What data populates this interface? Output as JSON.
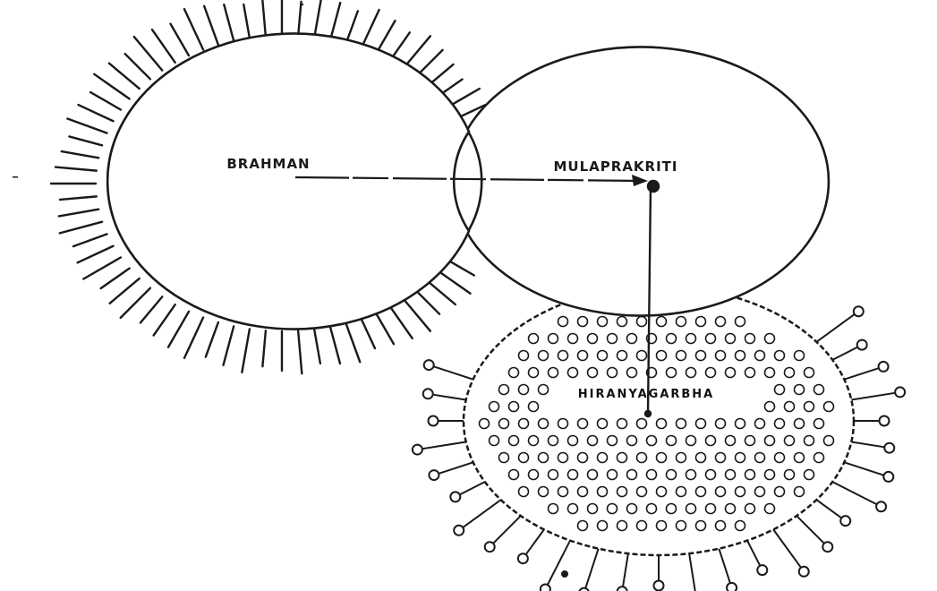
{
  "diagram": {
    "labels": {
      "brahman": "BRAHMAN",
      "mulaprakriti": "MULAPRAKRITI",
      "hiranyagarbha": "HIRANYAGARBHA"
    },
    "colors": {
      "ink": "#1a1a1a",
      "paper": "#ffffff"
    }
  }
}
